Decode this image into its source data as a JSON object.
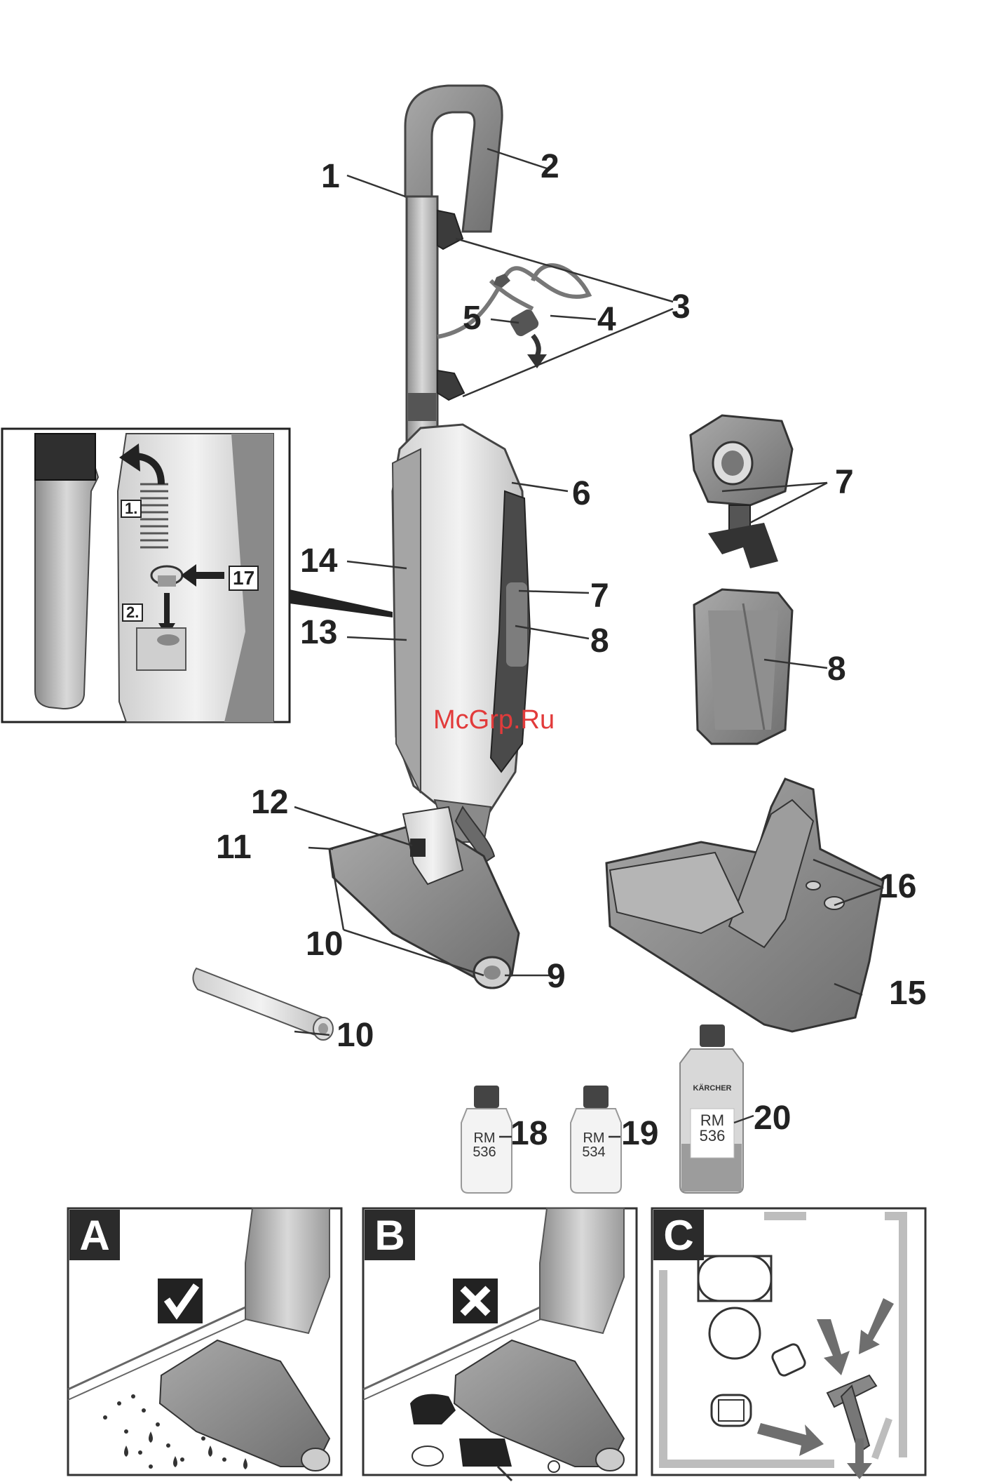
{
  "callouts": {
    "n1": "1",
    "n2": "2",
    "n3": "3",
    "n4": "4",
    "n5": "5",
    "n6": "6",
    "n7a": "7",
    "n7b": "7",
    "n8a": "8",
    "n8b": "8",
    "n9": "9",
    "n10a": "10",
    "n10b": "10",
    "n11": "11",
    "n12": "12",
    "n13": "13",
    "n14": "14",
    "n15": "15",
    "n16": "16",
    "n17": "17",
    "n18": "18",
    "n19": "19",
    "n20": "20"
  },
  "inset": {
    "step1": "1.",
    "step2": "2."
  },
  "bottles": {
    "b18_line1": "RM",
    "b18_line2": "536",
    "b19_line1": "RM",
    "b19_line2": "534",
    "b20_line1": "RM",
    "b20_line2": "536",
    "b20_brand": "KÄRCHER"
  },
  "panels": {
    "a": "A",
    "b": "B",
    "c": "C"
  },
  "watermark": "McGrp.Ru",
  "icons": {
    "check": "check-icon",
    "cross": "cross-icon"
  }
}
